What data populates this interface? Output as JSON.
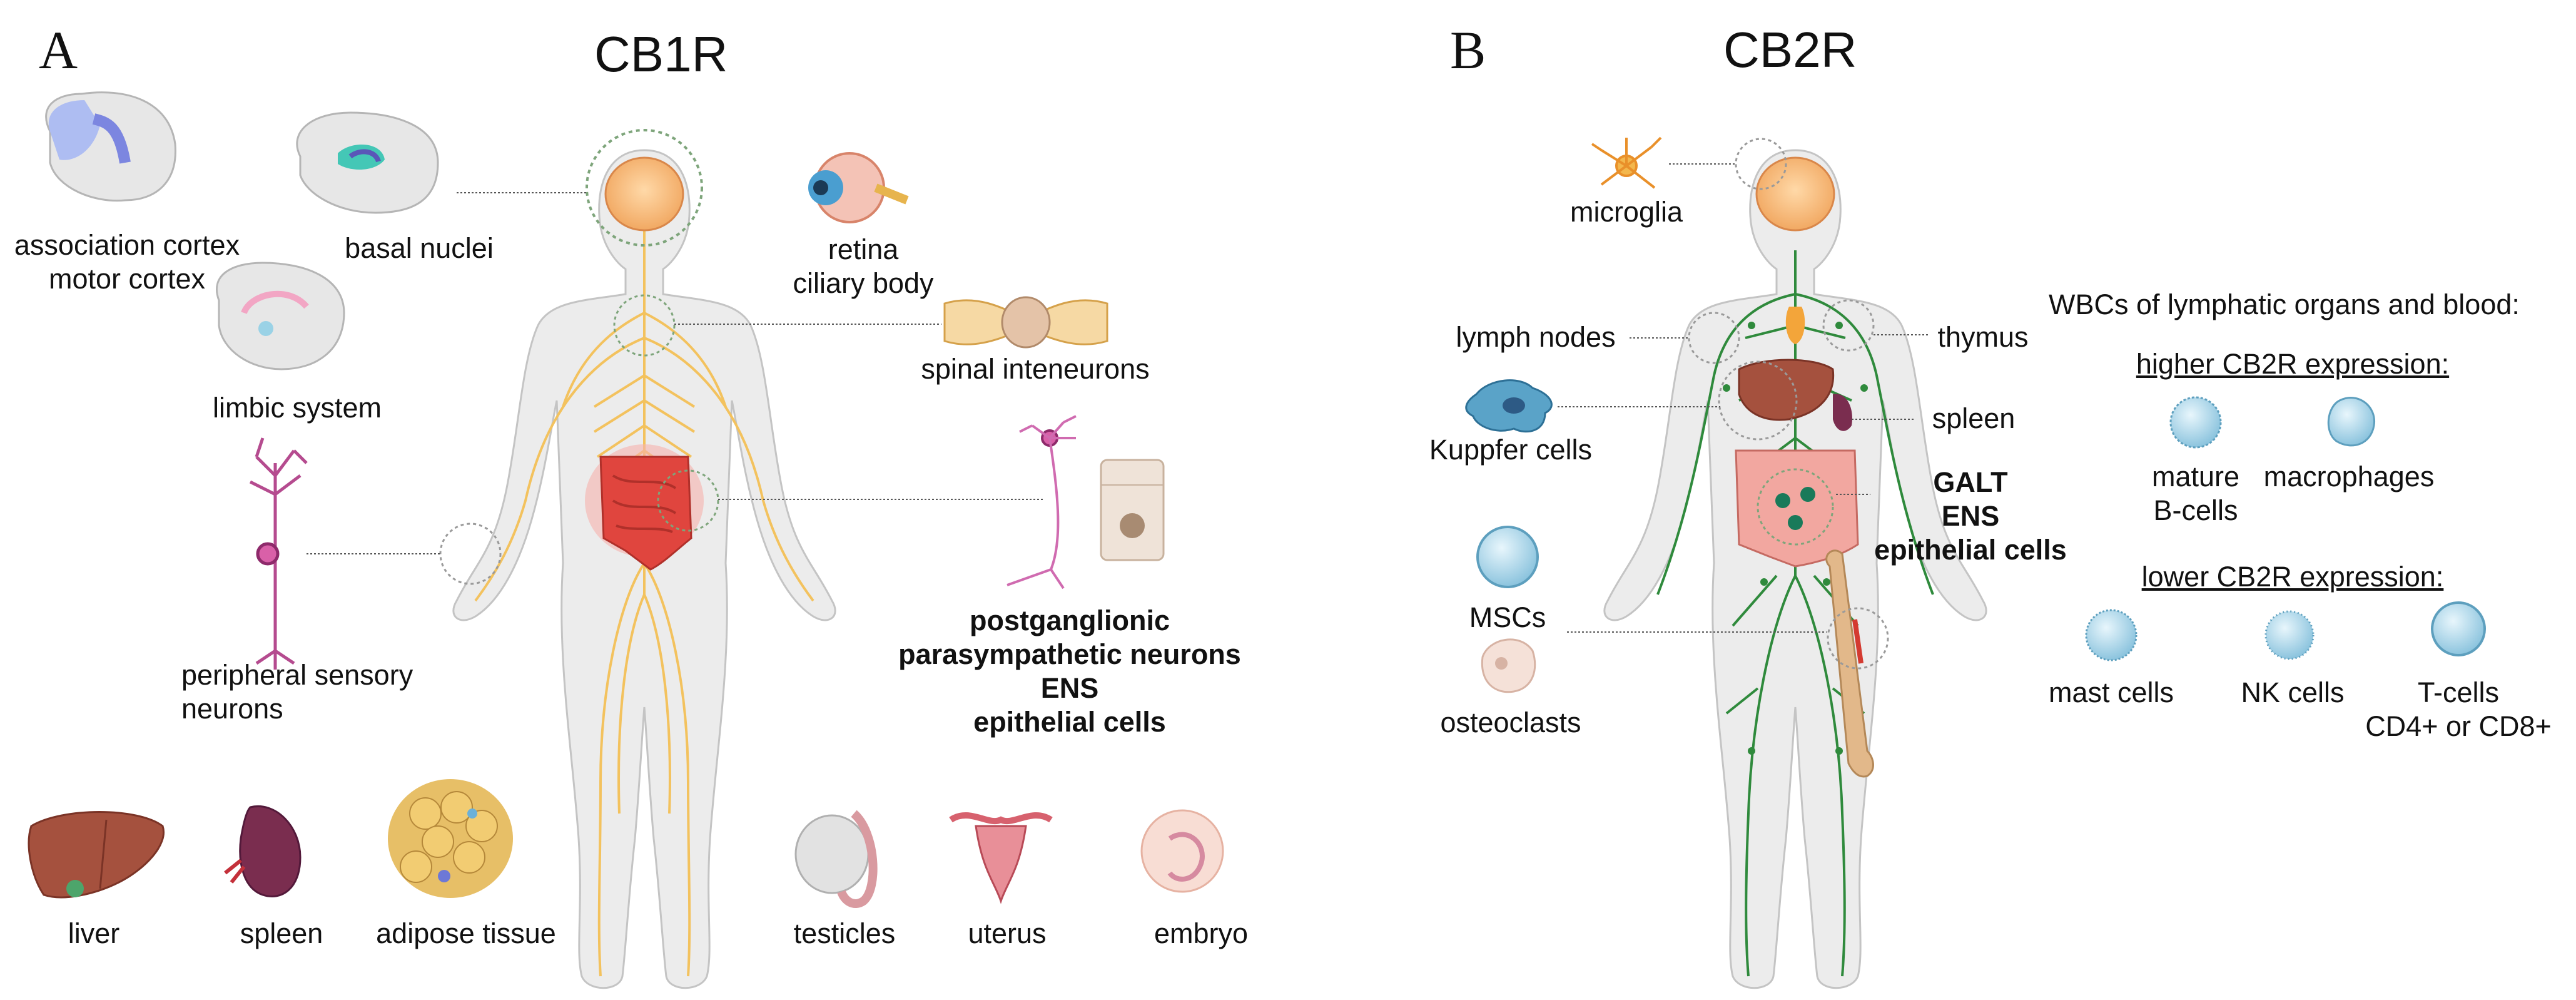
{
  "panel_a": {
    "letter": "A",
    "title": "CB1R",
    "labels": {
      "assoc_line1": "association cortex",
      "assoc_line2": "motor cortex",
      "basal": "basal nuclei",
      "limbic": "limbic system",
      "periph_line1": "peripheral sensory",
      "periph_line2": "neurons",
      "retina_line1": "retina",
      "retina_line2": "ciliary body",
      "spinal": "spinal inteneurons",
      "gut_line1": "postganglionic",
      "gut_line2": "parasympathetic neurons",
      "gut_line3": "ENS",
      "gut_line4": "epithelial cells"
    },
    "bottom_organs": [
      "liver",
      "spleen",
      "adipose tissue",
      "testicles",
      "uterus",
      "embryo"
    ]
  },
  "panel_b": {
    "letter": "B",
    "title": "CB2R",
    "labels": {
      "microglia": "microglia",
      "lymph": "lymph nodes",
      "thymus": "thymus",
      "kupffer": "Kuppfer cells",
      "spleen": "spleen",
      "galt_line1": "GALT",
      "galt_line2": "ENS",
      "galt_line3": "epithelial cells",
      "mscs": "MSCs",
      "osteoclasts": "osteoclasts"
    },
    "wbc": {
      "heading": "WBCs of lymphatic organs and blood:",
      "higher": "higher CB2R expression:",
      "higher_cells": [
        {
          "line1": "mature",
          "line2": "B-cells"
        },
        {
          "line1": "macrophages",
          "line2": ""
        }
      ],
      "lower": "lower CB2R expression:",
      "lower_cells": [
        {
          "line1": "mast cells",
          "line2": ""
        },
        {
          "line1": "NK cells",
          "line2": ""
        },
        {
          "line1": "T-cells",
          "line2": "CD4+ or CD8+"
        }
      ]
    }
  },
  "colors": {
    "nerve": "#f3c25e",
    "lymph": "#2f8a3c",
    "body_fill": "#ececec",
    "body_stroke": "#bdbdbd",
    "brain": "#f4b06a",
    "gut": "#e0453e",
    "cell_blue": "#9ecfe6"
  }
}
